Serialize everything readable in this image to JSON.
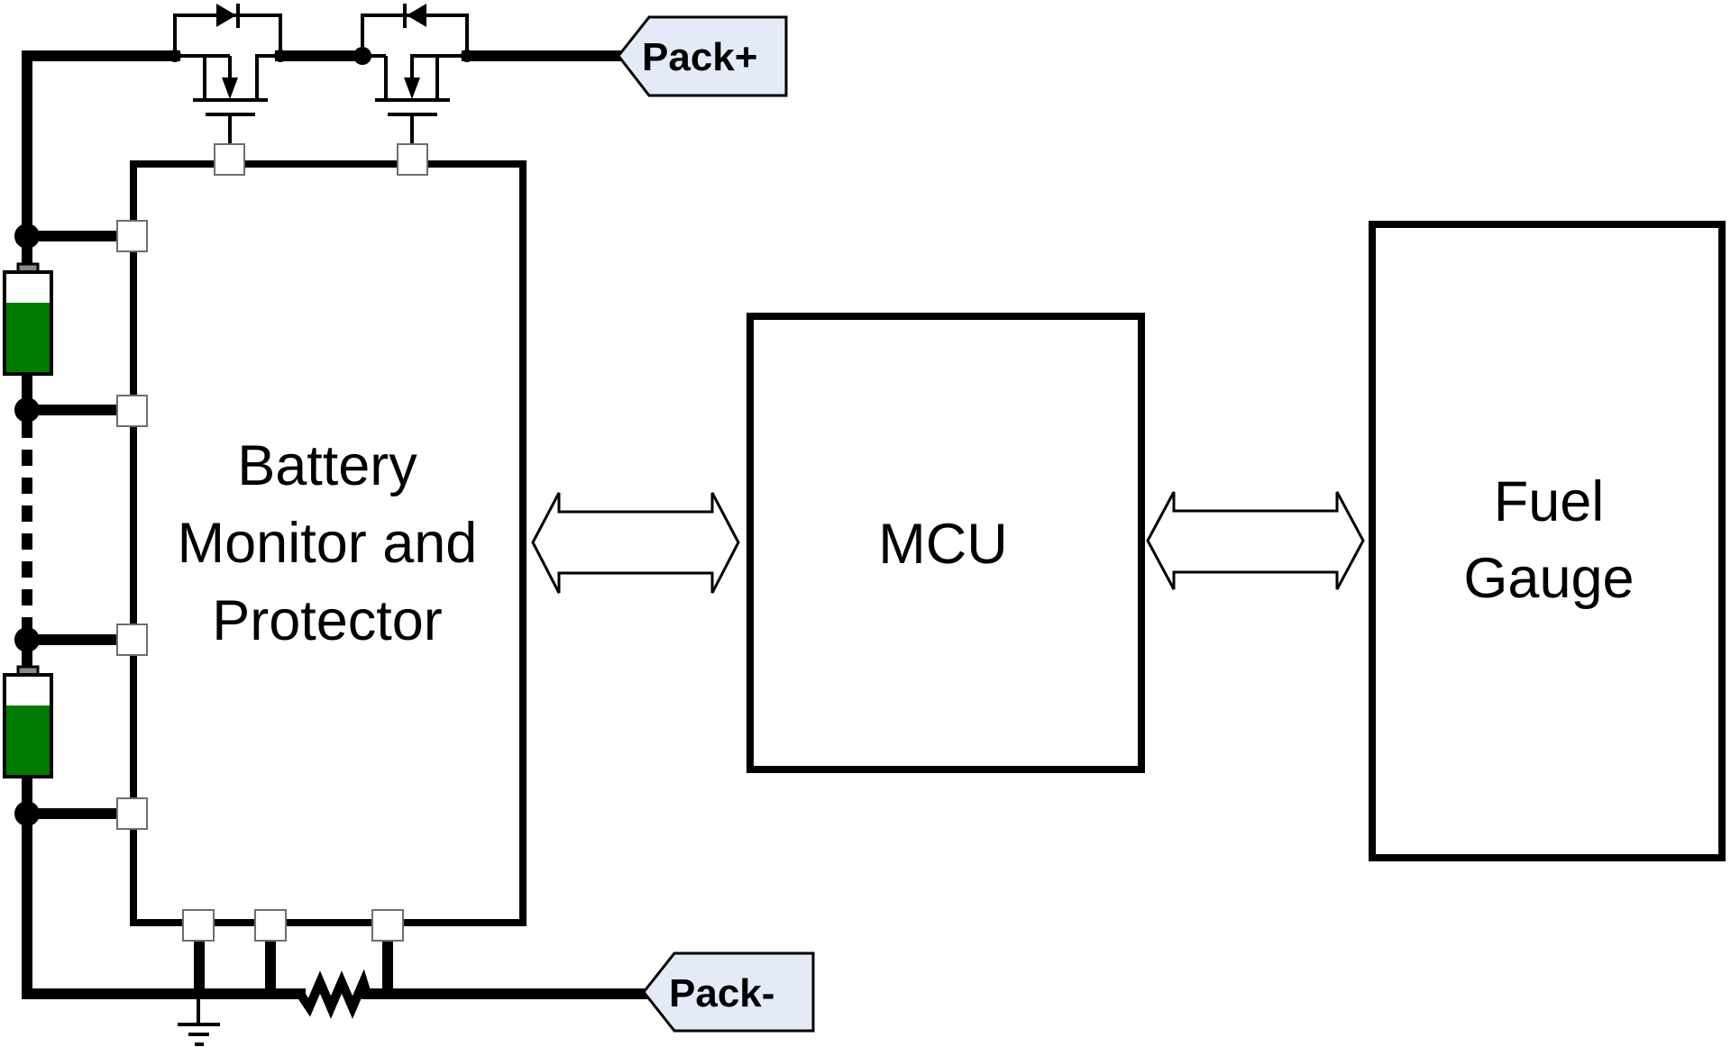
{
  "diagram": {
    "type": "block-diagram",
    "subject": "Battery management system",
    "blocks": [
      {
        "id": "bmp",
        "lines": [
          "Battery",
          "Monitor and",
          "Protector"
        ]
      },
      {
        "id": "mcu",
        "lines": [
          "MCU"
        ]
      },
      {
        "id": "fuel_gauge",
        "lines": [
          "Fuel",
          "Gauge"
        ]
      }
    ],
    "connectors": [
      {
        "id": "pack_plus",
        "label": "Pack+"
      },
      {
        "id": "pack_minus",
        "label": "Pack-"
      }
    ],
    "links": [
      {
        "from": "bmp",
        "to": "mcu",
        "style": "bidirectional-arrow"
      },
      {
        "from": "mcu",
        "to": "fuel_gauge",
        "style": "bidirectional-arrow"
      }
    ],
    "components": {
      "mosfets": [
        "charge-fet",
        "discharge-fet"
      ],
      "battery_cells": 2,
      "cell_series_elision": "dashed",
      "sense_resistor": true,
      "ground": true
    },
    "colors": {
      "cell_fill": "#007A00",
      "tag_fill": "#E4EBF7",
      "stroke": "#000000"
    }
  }
}
